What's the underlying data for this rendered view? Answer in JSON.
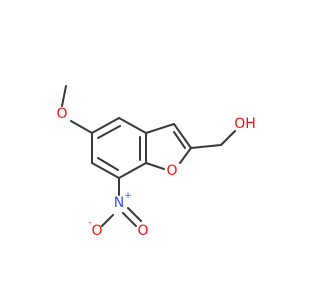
{
  "molecule": {
    "colors": {
      "bond": "#3a3a3a",
      "oxygen": "#ff0d0d",
      "nitrogen": "#3050f8"
    },
    "atoms": {
      "methoxy_o": {
        "text": "O",
        "color": "#ff0d0d"
      },
      "hydroxyl": {
        "text": "OH",
        "color": "#ff0d0d"
      },
      "furan_o": {
        "text": "O",
        "color": "#ff0d0d"
      },
      "nitro_n": {
        "text": "N",
        "plus": "+",
        "color": "#3050f8"
      },
      "nitro_o_minus": {
        "text": "O",
        "minus": "-",
        "color": "#ff0d0d"
      },
      "nitro_o_double": {
        "text": "O",
        "color": "#ff0d0d"
      }
    }
  }
}
